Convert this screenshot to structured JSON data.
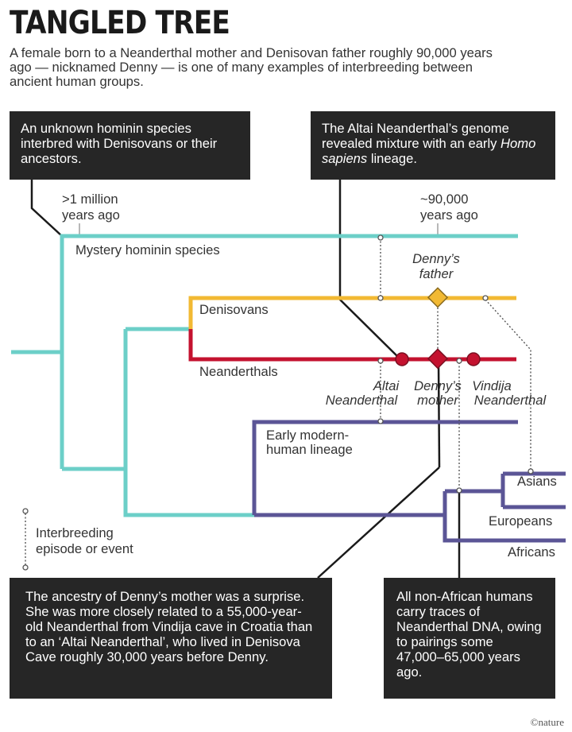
{
  "header": {
    "title": "TANGLED TREE",
    "subtitle": "A female born to a Neanderthal mother and Denisovan father roughly 90,000 years ago — nicknamed Denny — is one of many examples of interbreeding between ancient human groups."
  },
  "callouts": {
    "unknown_hominin": "An unknown hominin species interbred with Denisovans or their ancestors.",
    "altai_genome_pre": "The Altai Neanderthal’s genome revealed mixture with an early ",
    "altai_genome_em": "Homo sapiens",
    "altai_genome_post": " lineage.",
    "denny_mother": "The ancestry of Denny’s mother was a surprise. She was more closely related to a 55,000-year-old Neanderthal from Vindija cave in Croatia than to an ‘Altai Neanderthal’, who lived in Denisova Cave roughly 30,000 years before Denny.",
    "non_african": "All non-African humans carry traces of Neanderthal DNA, owing to pairings some 47,000–65,000 years ago."
  },
  "time_labels": {
    "million_line1": ">1 million",
    "million_line2": "years ago",
    "ninety_line1": "~90,000",
    "ninety_line2": "years ago"
  },
  "lineages": {
    "mystery": "Mystery hominin species",
    "denisovans": "Denisovans",
    "neanderthals": "Neanderthals",
    "early_modern_line1": "Early modern-",
    "early_modern_line2": "human lineage",
    "asians": "Asians",
    "europeans": "Europeans",
    "africans": "Africans"
  },
  "individuals": {
    "dennys_father_line1": "Denny’s",
    "dennys_father_line2": "father",
    "altai_line1": "Altai",
    "altai_line2": "Neanderthal",
    "dennys_mother_line1": "Denny’s",
    "dennys_mother_line2": "mother",
    "vindija_line1": "Vindija",
    "vindija_line2": "Neanderthal"
  },
  "legend": {
    "line1": "Interbreeding",
    "line2": "episode or event"
  },
  "credit": "©nature",
  "colors": {
    "mystery_teal": "#6ccfc8",
    "denisovan_gold": "#f2b933",
    "neanderthal_red": "#c4122f",
    "modern_purple": "#5b5596",
    "callout_bg": "#262626"
  }
}
